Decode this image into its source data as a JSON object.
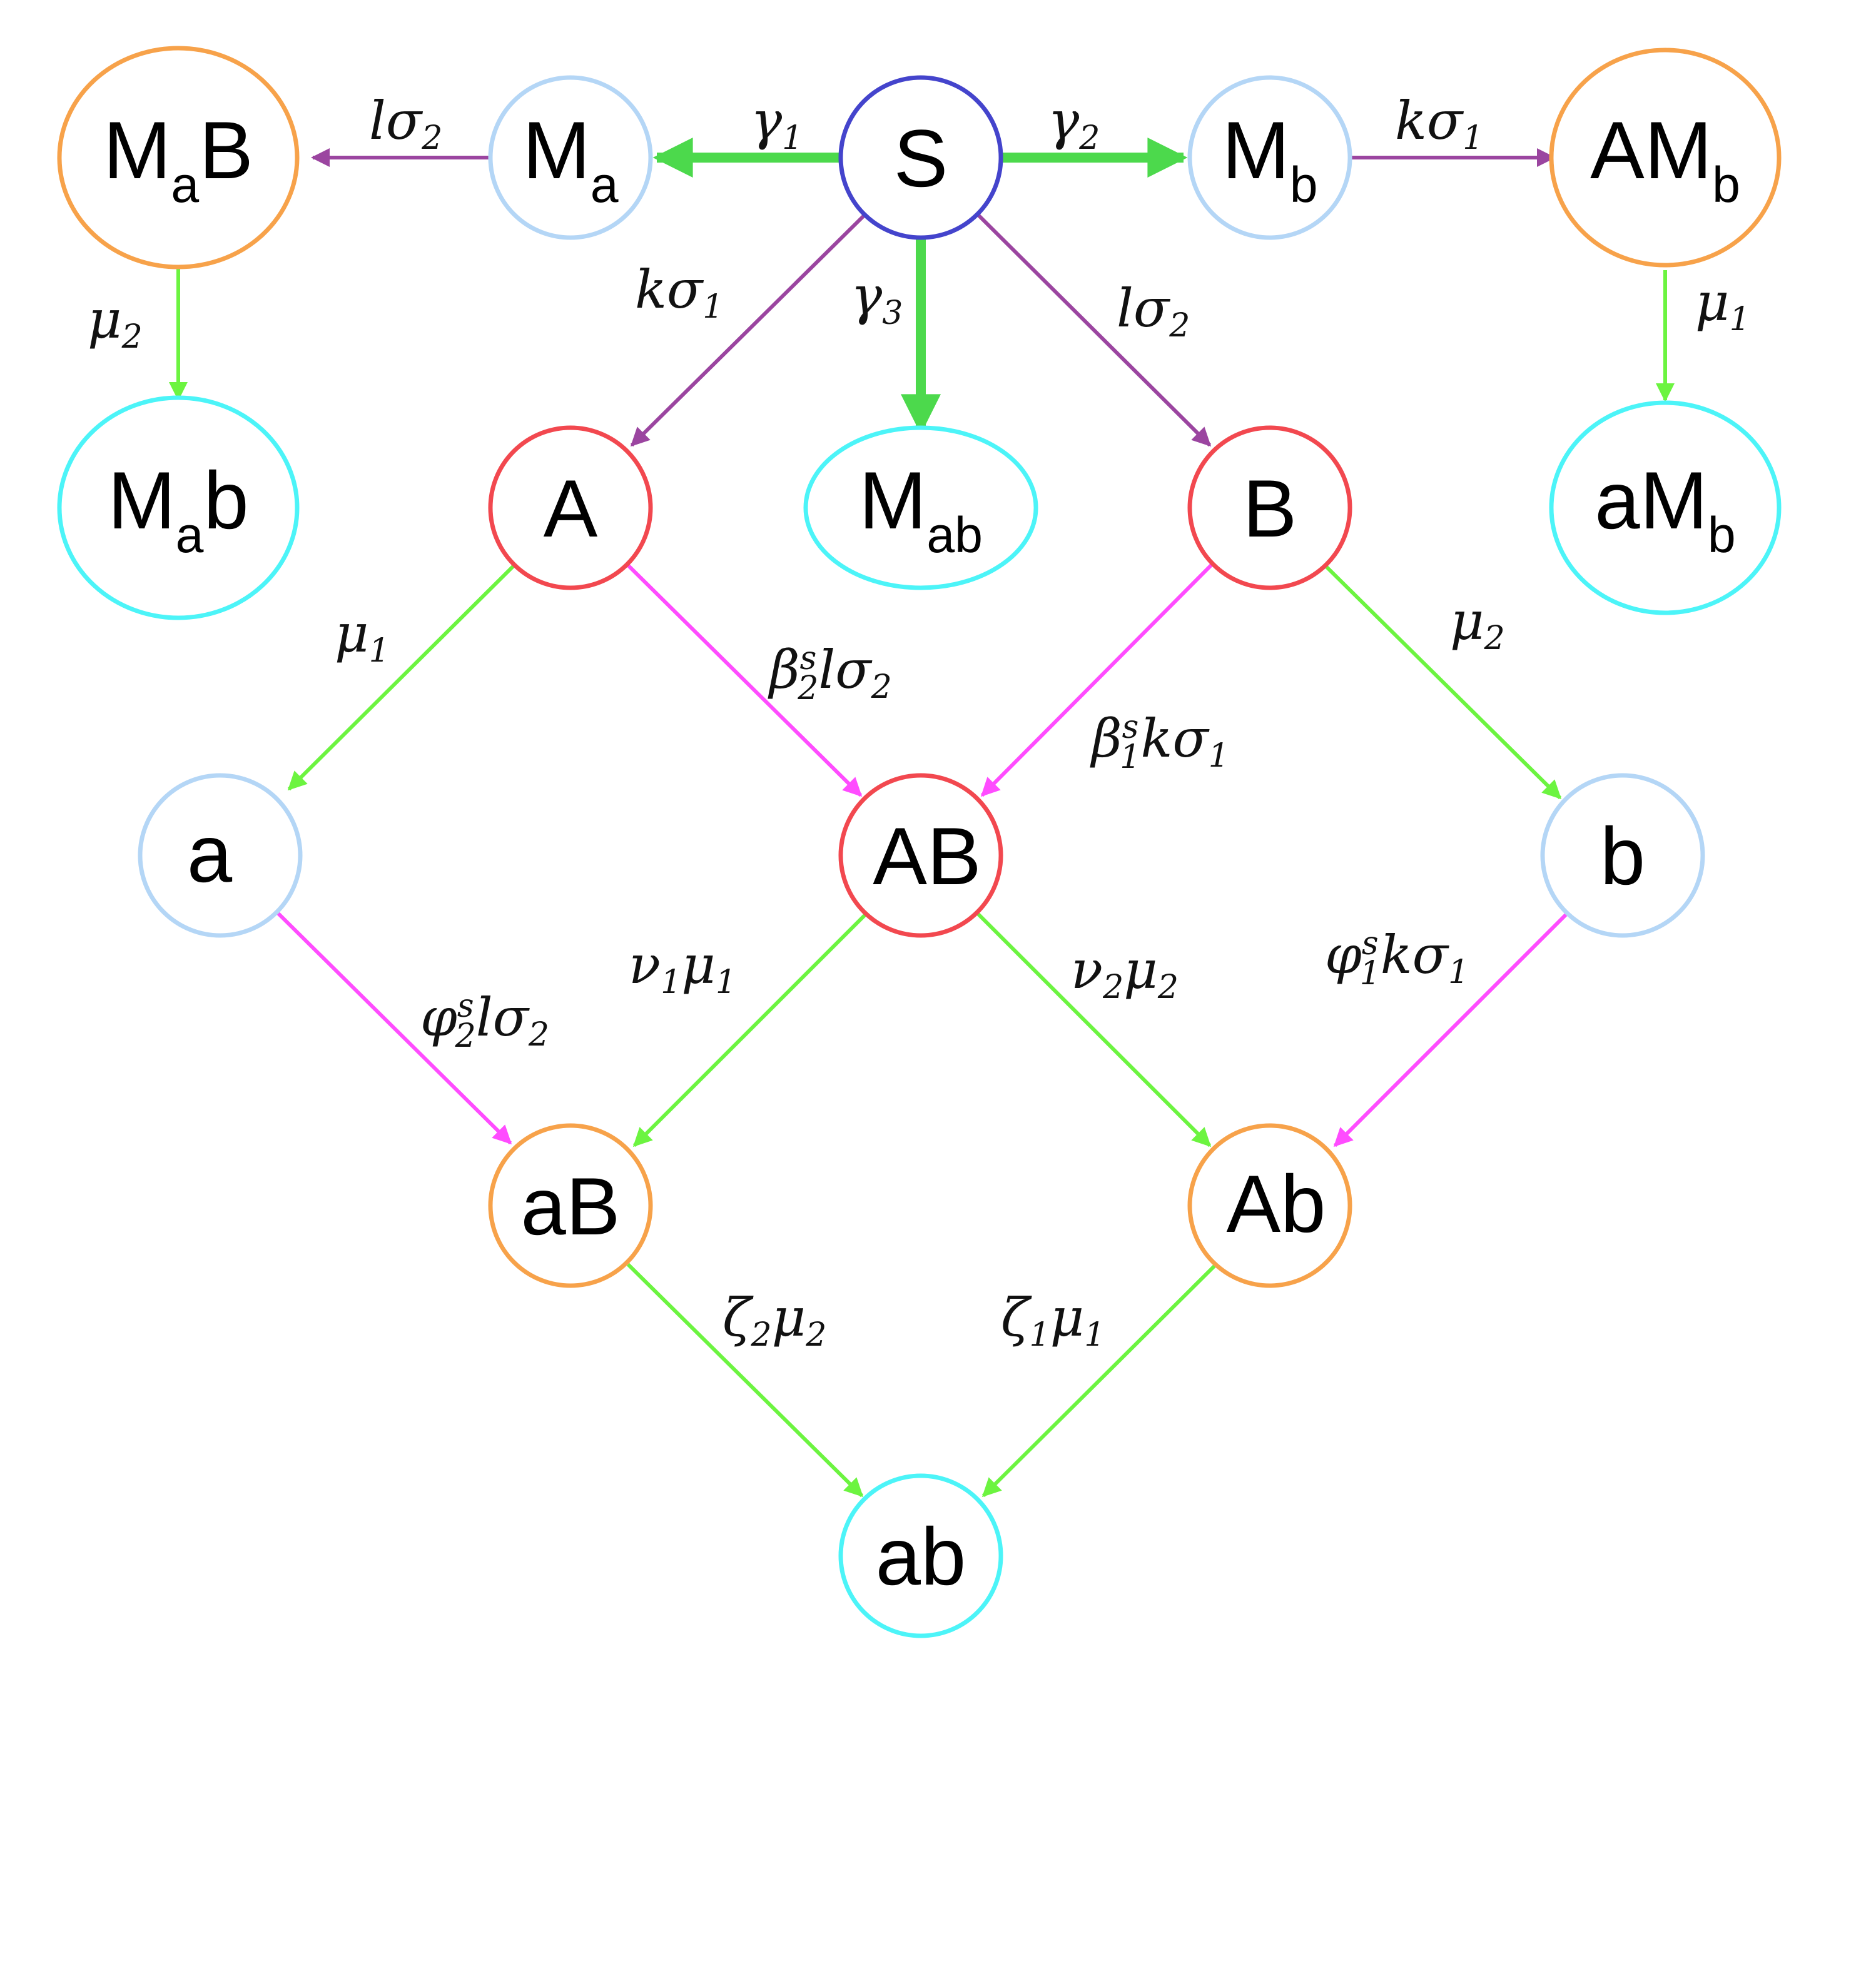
{
  "colors": {
    "purple": "#9b45a0",
    "green_light": "#6cf440",
    "green_strong": "#4cd94c",
    "magenta": "#ff4cff",
    "border_blue": "#4444cc",
    "border_red": "#f2484f",
    "border_orange": "#f7a24a",
    "border_cyan": "#4cf4f8",
    "border_lightblue": "#b4d6f6"
  },
  "nodes": {
    "S": {
      "main": "S",
      "sub": "",
      "post": ""
    },
    "Ma": {
      "main": "M",
      "sub": "a",
      "post": ""
    },
    "MaB": {
      "main": "M",
      "sub": "a",
      "post": "B"
    },
    "Mb": {
      "main": "M",
      "sub": "b",
      "post": ""
    },
    "AMb": {
      "main": "AM",
      "sub": "b",
      "post": ""
    },
    "Mab_left": {
      "main": "M",
      "sub": "a",
      "post": "b"
    },
    "A": {
      "main": "A",
      "sub": "",
      "post": ""
    },
    "Mab": {
      "main": "M",
      "sub": "ab",
      "post": ""
    },
    "B": {
      "main": "B",
      "sub": "",
      "post": ""
    },
    "aMb": {
      "main": "aM",
      "sub": "b",
      "post": ""
    },
    "a": {
      "main": "a",
      "sub": "",
      "post": ""
    },
    "AB": {
      "main": "AB",
      "sub": "",
      "post": ""
    },
    "b": {
      "main": "b",
      "sub": "",
      "post": ""
    },
    "aB": {
      "main": "aB",
      "sub": "",
      "post": ""
    },
    "Ab": {
      "main": "Ab",
      "sub": "",
      "post": ""
    },
    "ab": {
      "main": "ab",
      "sub": "",
      "post": ""
    }
  },
  "edges": {
    "S_Ma": {
      "label": "γ1",
      "sym": "γ",
      "sub": "1",
      "sup": "",
      "rest": ""
    },
    "Ma_MaB": {
      "label": "lσ2",
      "sym": "lσ",
      "sub": "2",
      "sup": "",
      "rest": ""
    },
    "S_Mb": {
      "label": "γ2",
      "sym": "γ",
      "sub": "2",
      "sup": "",
      "rest": ""
    },
    "Mb_AMb": {
      "label": "kσ1",
      "sym": "kσ",
      "sub": "1",
      "sup": "",
      "rest": ""
    },
    "MaB_Mab": {
      "label": "μ2",
      "sym": "μ",
      "sub": "2",
      "sup": "",
      "rest": ""
    },
    "AMb_aMb": {
      "label": "μ1",
      "sym": "μ",
      "sub": "1",
      "sup": "",
      "rest": ""
    },
    "S_A": {
      "label": "kσ1",
      "sym": "kσ",
      "sub": "1",
      "sup": "",
      "rest": ""
    },
    "S_Mab": {
      "label": "γ3",
      "sym": "γ",
      "sub": "3",
      "sup": "",
      "rest": ""
    },
    "S_B": {
      "label": "lσ2",
      "sym": "lσ",
      "sub": "2",
      "sup": "",
      "rest": ""
    },
    "A_a": {
      "label": "μ1",
      "sym": "μ",
      "sub": "1",
      "sup": "",
      "rest": ""
    },
    "A_AB": {
      "label": "β2s lσ2",
      "sym": "β",
      "sub": "2",
      "sup": "s",
      "rest": "lσ",
      "rest_sub": "2"
    },
    "B_AB": {
      "label": "β1s kσ1",
      "sym": "β",
      "sub": "1",
      "sup": "s",
      "rest": "kσ",
      "rest_sub": "1"
    },
    "B_b": {
      "label": "μ2",
      "sym": "μ",
      "sub": "2",
      "sup": "",
      "rest": ""
    },
    "a_aB": {
      "label": "φ2s lσ2",
      "sym": "φ",
      "sub": "2",
      "sup": "s",
      "rest": "lσ",
      "rest_sub": "2"
    },
    "AB_aB": {
      "label": "ν1μ1",
      "sym": "ν",
      "sub": "1",
      "sup": "",
      "rest": "μ",
      "rest_sub": "1"
    },
    "AB_Ab": {
      "label": "ν2μ2",
      "sym": "ν",
      "sub": "2",
      "sup": "",
      "rest": "μ",
      "rest_sub": "2"
    },
    "b_Ab": {
      "label": "φ1s kσ1",
      "sym": "φ",
      "sub": "1",
      "sup": "s",
      "rest": "kσ",
      "rest_sub": "1"
    },
    "aB_ab": {
      "label": "ζ2μ2",
      "sym": "ζ",
      "sub": "2",
      "sup": "",
      "rest": "μ",
      "rest_sub": "2"
    },
    "Ab_ab": {
      "label": "ζ1μ1",
      "sym": "ζ",
      "sub": "1",
      "sup": "",
      "rest": "μ",
      "rest_sub": "1"
    }
  }
}
